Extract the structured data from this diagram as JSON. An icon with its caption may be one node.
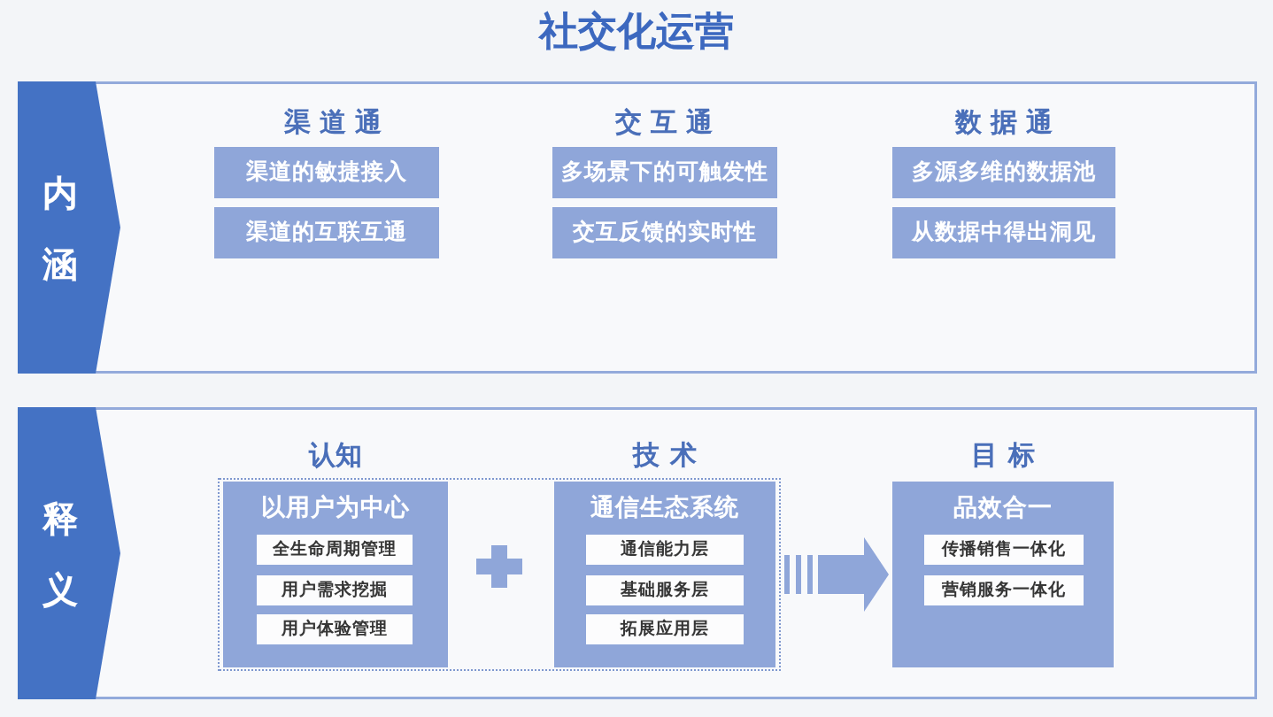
{
  "diagram": {
    "title": "社交化运营",
    "nodes": [
      {
        "text": [
          "内涵"
        ]
      },
      {
        "text": [
          "渠道的敏捷接入"
        ],
        "in": 0
      },
      {
        "text": [
          "渠道的互联互通"
        ],
        "in": 0
      },
      {
        "text": [
          "多场景下的可触发性"
        ],
        "in": 0
      },
      {
        "text": [
          "交互反馈的实时性"
        ],
        "in": 0
      },
      {
        "text": [
          "多源多维的数据池"
        ],
        "in": 0
      },
      {
        "text": [
          "从数据中得出洞见"
        ],
        "in": 0
      },
      {
        "text": [
          "释义"
        ]
      },
      {
        "text": [],
        "shape": "box",
        "in": 7
      },
      {
        "text": [
          "认知",
          "以用户为中心"
        ],
        "in": 8
      },
      {
        "text": [
          "全生命周期管理"
        ],
        "in": 9
      },
      {
        "text": [
          "用户需求挖掘"
        ],
        "in": 9
      },
      {
        "text": [
          "用户体验管理"
        ],
        "in": 9
      },
      {
        "text": [
          "技术",
          "通信生态系统"
        ],
        "in": 8
      },
      {
        "text": [
          "通信能力层"
        ],
        "in": 13
      },
      {
        "text": [
          "基础服务层"
        ],
        "in": 13
      },
      {
        "text": [
          "拓展应用层"
        ],
        "in": 13
      },
      {
        "text": [
          "目标",
          "品效合一"
        ],
        "in": 7
      },
      {
        "text": [
          "传播销售一体化"
        ],
        "in": 17
      },
      {
        "text": [
          "营销服务一体化"
        ],
        "in": 17
      }
    ],
    "edges": [
      {
        "from": 8,
        "to": 17,
        "arrow": "to"
      }
    ],
    "labels": [
      "渠道通",
      "交互通",
      "数据通"
    ]
  }
}
